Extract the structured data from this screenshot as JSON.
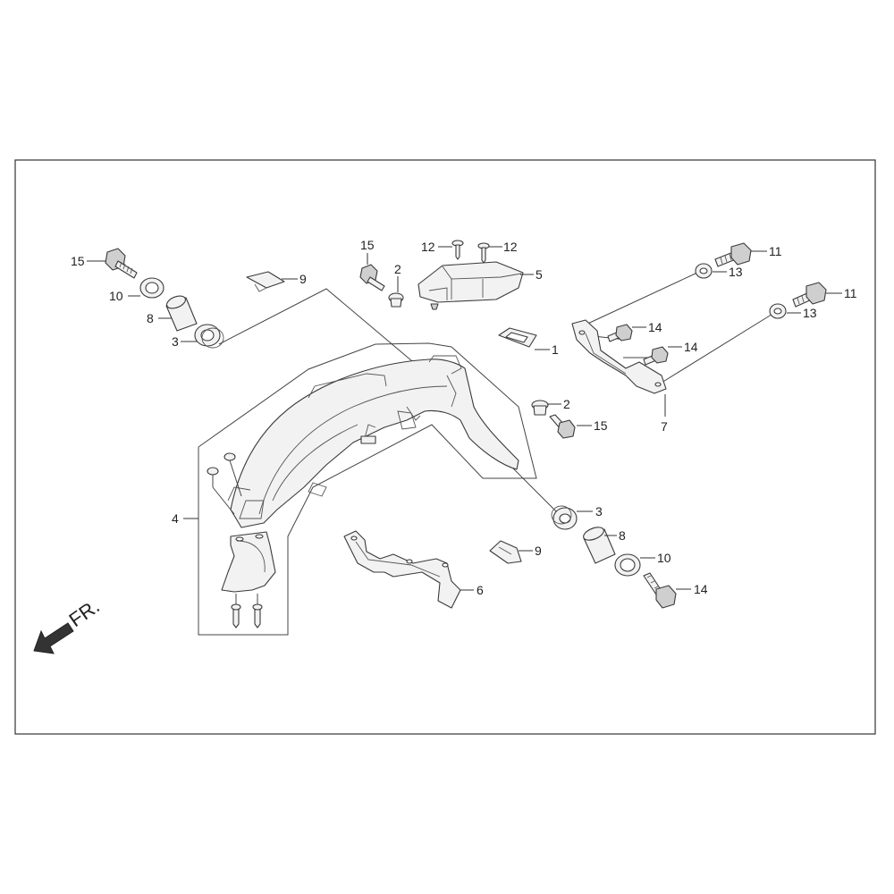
{
  "diagram": {
    "direction_label": "FR.",
    "callouts": [
      {
        "id": "c15a",
        "label": "15"
      },
      {
        "id": "c10a",
        "label": "10"
      },
      {
        "id": "c8a",
        "label": "8"
      },
      {
        "id": "c3a",
        "label": "3"
      },
      {
        "id": "c9a",
        "label": "9"
      },
      {
        "id": "c15b",
        "label": "15"
      },
      {
        "id": "c2a",
        "label": "2"
      },
      {
        "id": "c12a",
        "label": "12"
      },
      {
        "id": "c12b",
        "label": "12"
      },
      {
        "id": "c5",
        "label": "5"
      },
      {
        "id": "c1",
        "label": "1"
      },
      {
        "id": "c2b",
        "label": "2"
      },
      {
        "id": "c15c",
        "label": "15"
      },
      {
        "id": "c11a",
        "label": "11"
      },
      {
        "id": "c13a",
        "label": "13"
      },
      {
        "id": "c11b",
        "label": "11"
      },
      {
        "id": "c13b",
        "label": "13"
      },
      {
        "id": "c14a",
        "label": "14"
      },
      {
        "id": "c14b",
        "label": "14"
      },
      {
        "id": "c7",
        "label": "7"
      },
      {
        "id": "c4",
        "label": "4"
      },
      {
        "id": "c3b",
        "label": "3"
      },
      {
        "id": "c8b",
        "label": "8"
      },
      {
        "id": "c9b",
        "label": "9"
      },
      {
        "id": "c10b",
        "label": "10"
      },
      {
        "id": "c6",
        "label": "6"
      },
      {
        "id": "c14c",
        "label": "14"
      }
    ]
  }
}
